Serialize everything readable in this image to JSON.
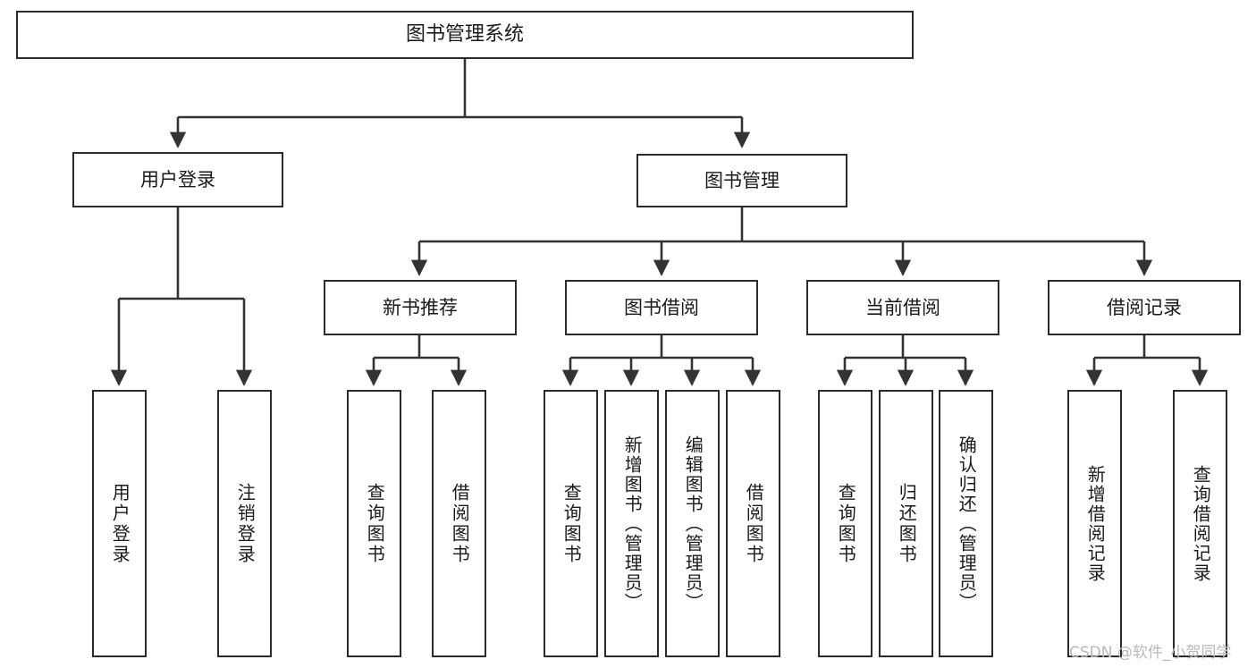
{
  "diagram": {
    "type": "tree-hierarchy-chart",
    "title": "图书管理系统",
    "watermark": "CSDN @软件_小贺同学",
    "nodes": [
      {
        "id": "root",
        "label": "图书管理系统",
        "level": 0,
        "orientation": "horizontal"
      },
      {
        "id": "user-login",
        "label": "用户登录",
        "level": 1,
        "orientation": "horizontal",
        "parent": "root"
      },
      {
        "id": "book-manage",
        "label": "图书管理",
        "level": 1,
        "orientation": "horizontal",
        "parent": "root"
      },
      {
        "id": "new-book-rec",
        "label": "新书推荐",
        "level": 2,
        "orientation": "horizontal",
        "parent": "book-manage"
      },
      {
        "id": "book-borrow",
        "label": "图书借阅",
        "level": 2,
        "orientation": "horizontal",
        "parent": "book-manage"
      },
      {
        "id": "current-borrow",
        "label": "当前借阅",
        "level": 2,
        "orientation": "horizontal",
        "parent": "book-manage"
      },
      {
        "id": "borrow-record",
        "label": "借阅记录",
        "level": 2,
        "orientation": "horizontal",
        "parent": "book-manage"
      },
      {
        "id": "leaf-user-login",
        "label": "用户登录",
        "level": 3,
        "orientation": "vertical",
        "parent": "user-login"
      },
      {
        "id": "leaf-logout",
        "label": "注销登录",
        "level": 3,
        "orientation": "vertical",
        "parent": "user-login"
      },
      {
        "id": "leaf-query-book-1",
        "label": "查询图书",
        "level": 3,
        "orientation": "vertical",
        "parent": "new-book-rec"
      },
      {
        "id": "leaf-borrow-book-1",
        "label": "借阅图书",
        "level": 3,
        "orientation": "vertical",
        "parent": "new-book-rec"
      },
      {
        "id": "leaf-query-book-2",
        "label": "查询图书",
        "level": 3,
        "orientation": "vertical",
        "parent": "book-borrow"
      },
      {
        "id": "leaf-add-book",
        "label": "新增图书（管理员）",
        "level": 3,
        "orientation": "vertical",
        "parent": "book-borrow"
      },
      {
        "id": "leaf-edit-book",
        "label": "编辑图书（管理员）",
        "level": 3,
        "orientation": "vertical",
        "parent": "book-borrow"
      },
      {
        "id": "leaf-borrow-book-2",
        "label": "借阅图书",
        "level": 3,
        "orientation": "vertical",
        "parent": "book-borrow"
      },
      {
        "id": "leaf-query-book-3",
        "label": "查询图书",
        "level": 3,
        "orientation": "vertical",
        "parent": "current-borrow"
      },
      {
        "id": "leaf-return-book",
        "label": "归还图书",
        "level": 3,
        "orientation": "vertical",
        "parent": "current-borrow"
      },
      {
        "id": "leaf-confirm-return",
        "label": "确认归还（管理员）",
        "level": 3,
        "orientation": "vertical",
        "parent": "current-borrow"
      },
      {
        "id": "leaf-add-record",
        "label": "新增借阅记录",
        "level": 3,
        "orientation": "vertical",
        "parent": "borrow-record"
      },
      {
        "id": "leaf-query-record",
        "label": "查询借阅记录",
        "level": 3,
        "orientation": "vertical",
        "parent": "borrow-record"
      }
    ],
    "colors": {
      "border": "#2b2b2b",
      "connector": "#333333",
      "background": "#ffffff",
      "text": "#1a1a1a",
      "watermark": "#b9b9b9"
    }
  }
}
